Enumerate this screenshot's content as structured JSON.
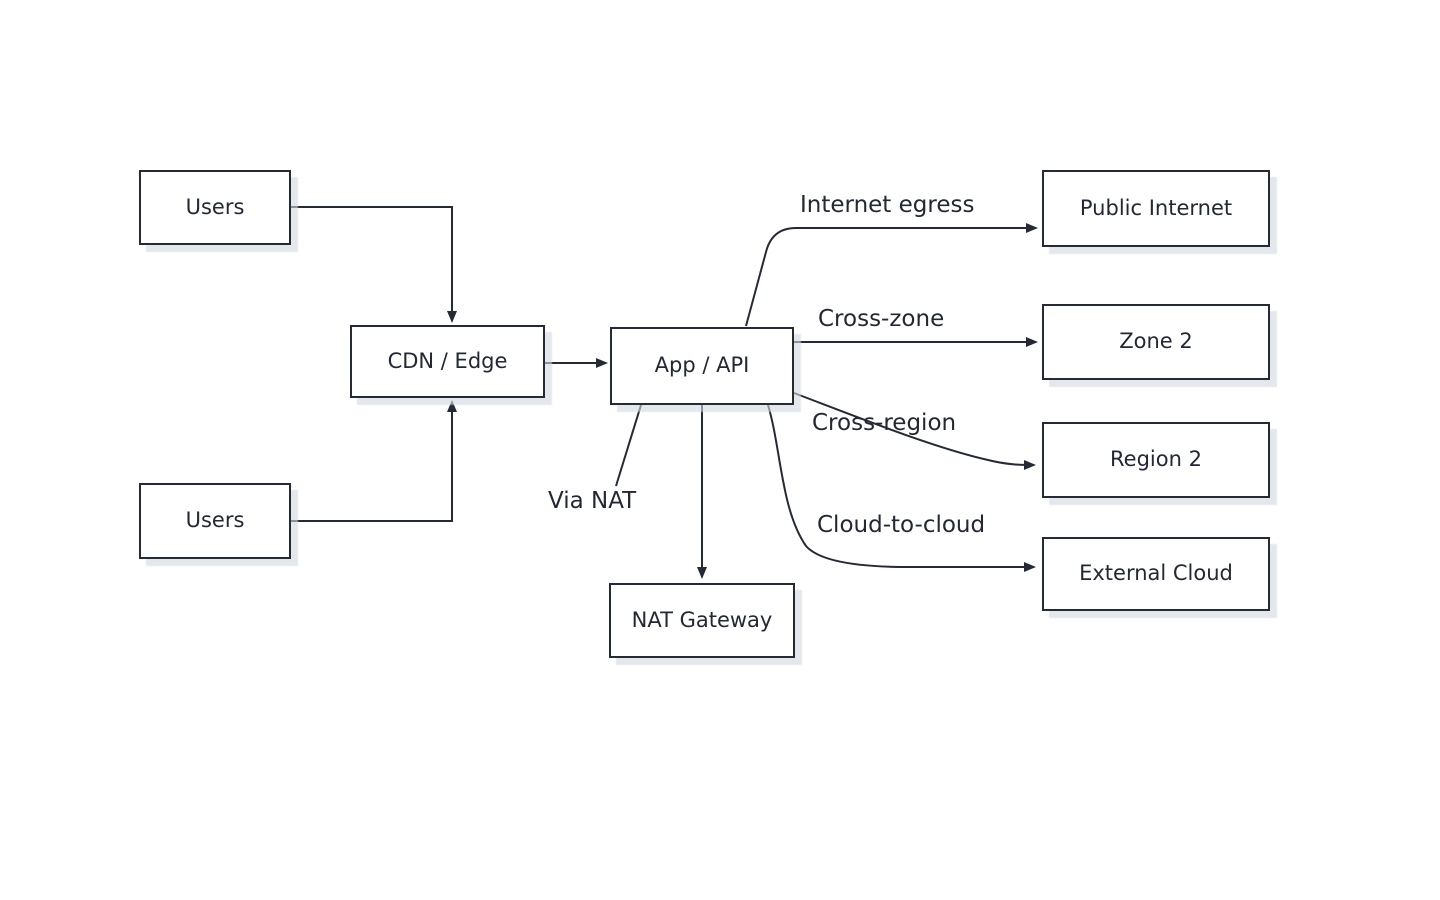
{
  "diagram": {
    "colors": {
      "background": "#ffffff",
      "stroke": "#252a35",
      "text": "#232834",
      "box_shadow": "#dde1e8"
    },
    "nodes": [
      {
        "id": "users-top",
        "label": "Users"
      },
      {
        "id": "users-bottom",
        "label": "Users"
      },
      {
        "id": "cdn-edge",
        "label": "CDN / Edge"
      },
      {
        "id": "app-api",
        "label": "App / API"
      },
      {
        "id": "nat-gateway",
        "label": "NAT Gateway"
      },
      {
        "id": "public-internet",
        "label": "Public Internet"
      },
      {
        "id": "zone-2",
        "label": "Zone 2"
      },
      {
        "id": "region-2",
        "label": "Region 2"
      },
      {
        "id": "external-cloud",
        "label": "External Cloud"
      }
    ],
    "edge_labels": [
      {
        "id": "internet-egress",
        "text": "Internet egress"
      },
      {
        "id": "cross-zone",
        "text": "Cross-zone"
      },
      {
        "id": "cross-region",
        "text": "Cross-region"
      },
      {
        "id": "cloud-to-cloud",
        "text": "Cloud-to-cloud"
      },
      {
        "id": "via-nat",
        "text": "Via NAT"
      }
    ],
    "edges": [
      {
        "from": "users-top",
        "to": "cdn-edge",
        "label": ""
      },
      {
        "from": "users-bottom",
        "to": "cdn-edge",
        "label": ""
      },
      {
        "from": "cdn-edge",
        "to": "app-api",
        "label": ""
      },
      {
        "from": "app-api",
        "to": "public-internet",
        "label": "Internet egress"
      },
      {
        "from": "app-api",
        "to": "zone-2",
        "label": "Cross-zone"
      },
      {
        "from": "app-api",
        "to": "region-2",
        "label": "Cross-region"
      },
      {
        "from": "app-api",
        "to": "external-cloud",
        "label": "Cloud-to-cloud"
      },
      {
        "from": "app-api",
        "to": "nat-gateway",
        "label": "Via NAT"
      }
    ]
  }
}
